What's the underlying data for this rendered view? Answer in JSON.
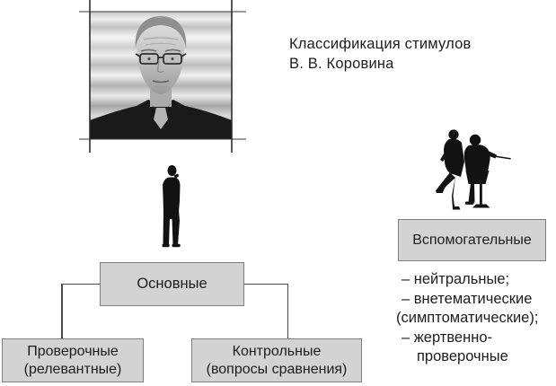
{
  "header": {
    "title_line1": "Классификация стимулов",
    "title_line2": "В. В. Коровина"
  },
  "images": {
    "portrait_photo": "portrait-photo-man-with-glasses",
    "thinker": "standing-man-silhouette",
    "couple": "couple-silhouette"
  },
  "diagram": {
    "root": {
      "label": "Основные"
    },
    "children": [
      {
        "line1": "Проверочные",
        "line2": "(релевантные)"
      },
      {
        "line1": "Контрольные",
        "line2": "(вопросы сравнения)"
      }
    ]
  },
  "auxiliary": {
    "box_label": "Вспомогательные",
    "list": [
      "– нейтральные;",
      "– внетематические",
      "(симптоматические);",
      "– жертвенно-",
      "проверочные"
    ]
  },
  "colors": {
    "box_fill": "#d3d3d3",
    "box_border": "#7f7f7f",
    "connector_line": "#4a4a4a",
    "silhouette": "#121212",
    "text": "#1c1c1c"
  }
}
